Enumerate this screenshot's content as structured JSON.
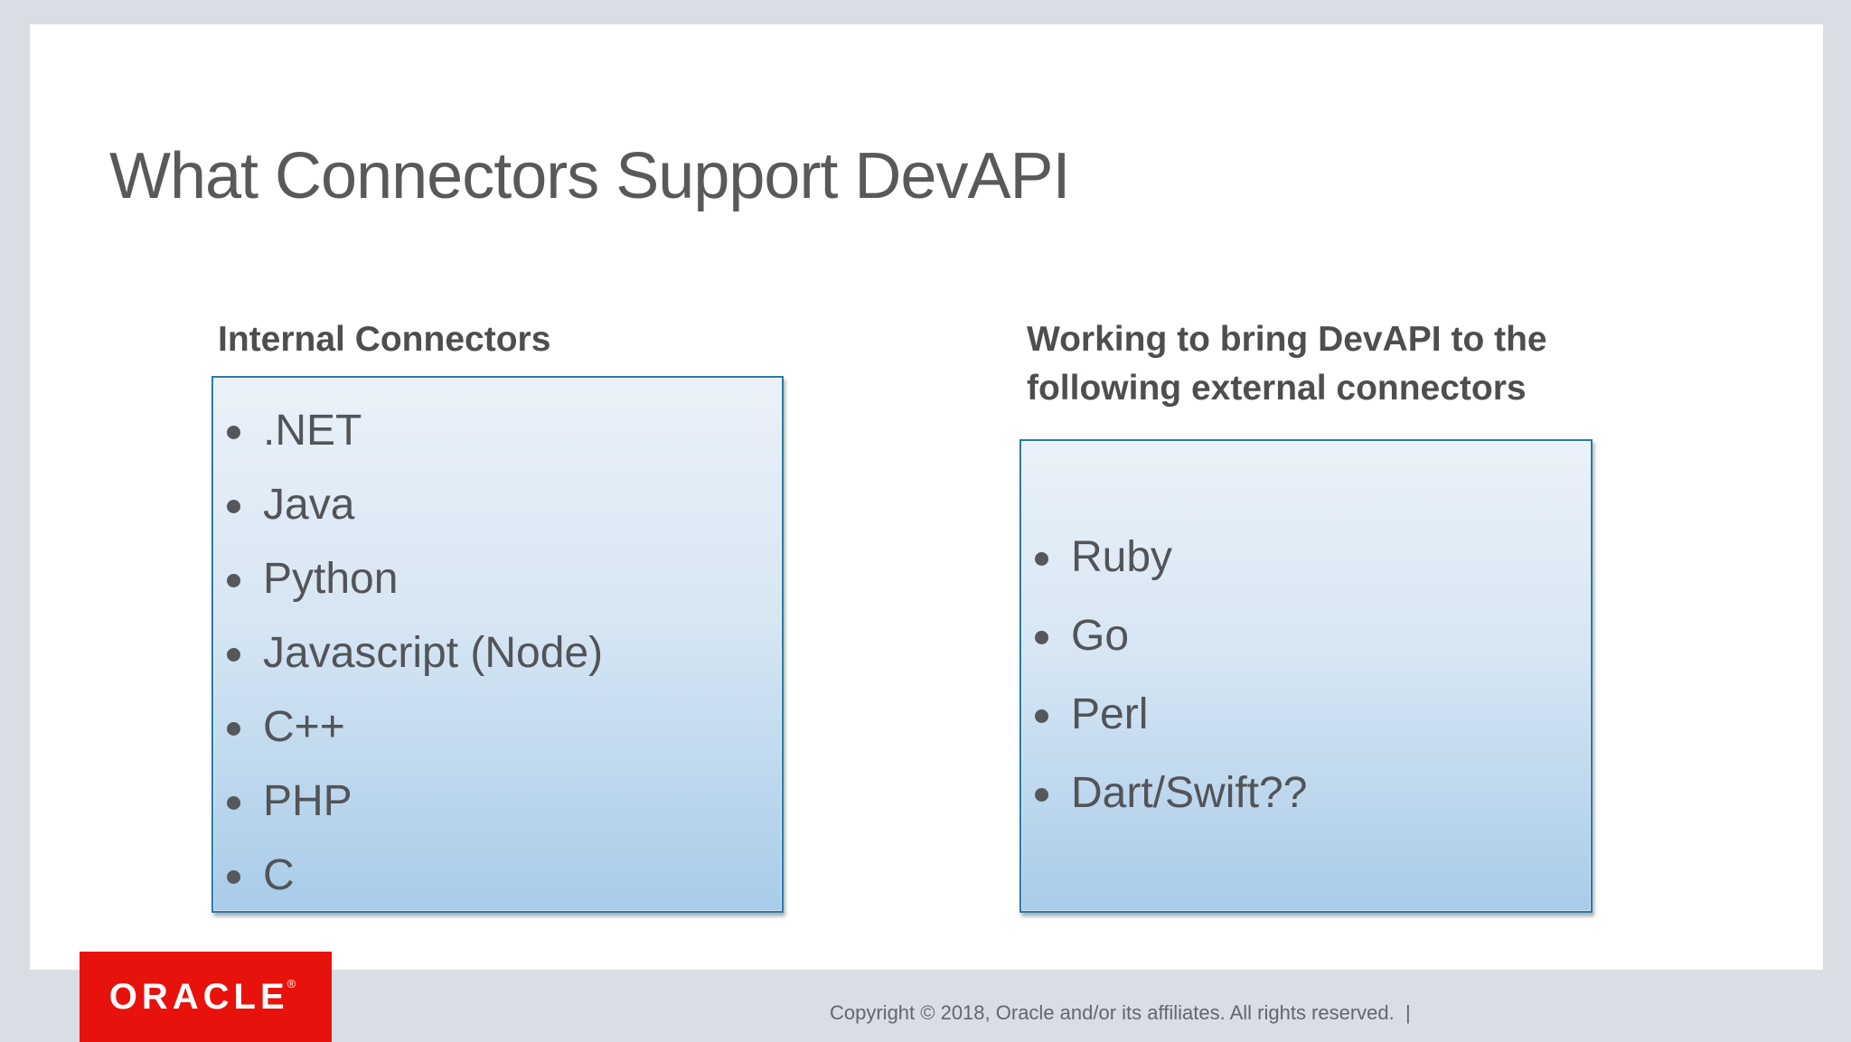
{
  "slide": {
    "title": "What Connectors Support DevAPI",
    "sections": {
      "internal": {
        "heading": "Internal Connectors",
        "items": [
          ".NET",
          "Java",
          "Python",
          "Javascript (Node)",
          "C++",
          "PHP",
          "C"
        ]
      },
      "external": {
        "heading": "Working to bring DevAPI to the following external connectors",
        "items": [
          "Ruby",
          "Go",
          "Perl",
          "Dart/Swift??"
        ]
      }
    }
  },
  "footer": {
    "copyright": "Copyright © 2018, Oracle and/or its affiliates. All rights reserved.  |",
    "logo_text": "ORACLE",
    "logo_registered": "®"
  },
  "colors": {
    "page_background": "#d9dde4",
    "slide_background": "#ffffff",
    "title_text": "#58595b",
    "heading_text": "#4d4e50",
    "list_text": "#525457",
    "box_border": "#2b7ba2",
    "box_gradient_top": "#eaf1f9",
    "box_gradient_bottom": "#a8cce9",
    "oracle_red": "#e8120c",
    "copyright_text": "#63666d"
  }
}
